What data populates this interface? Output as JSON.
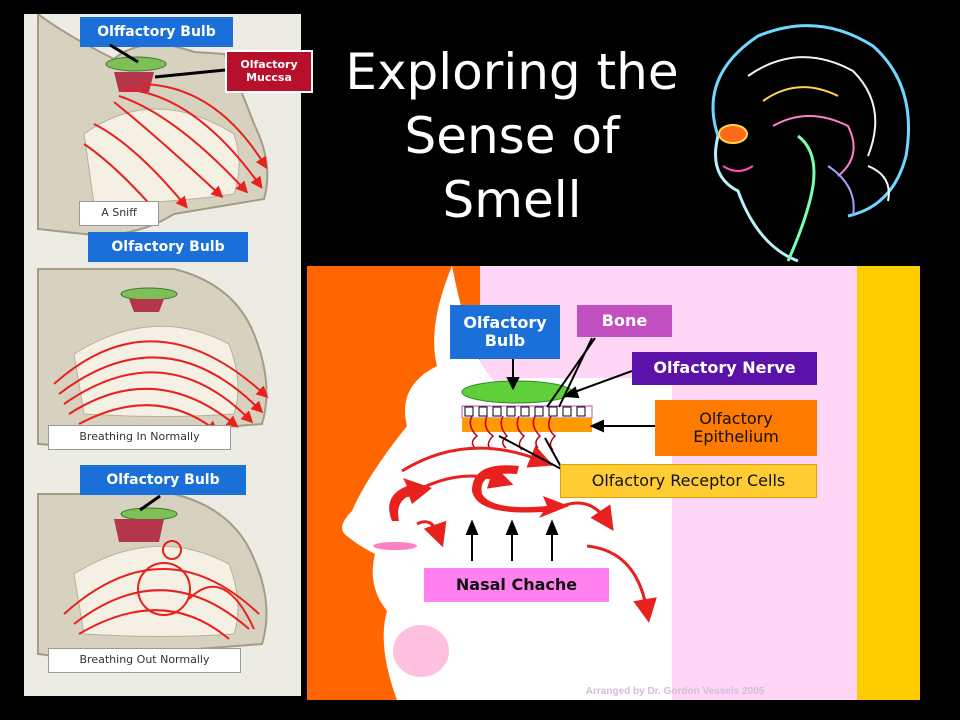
{
  "title": "Exploring the Sense of Smell",
  "left_panel": {
    "top": {
      "bulb_label": "Olffactory Bulb",
      "mucosa_label": "Olfactory Muccsa",
      "caption": "A Sniff"
    },
    "middle": {
      "bulb_label": "Olfactory Bulb",
      "caption": "Breathing In Normally"
    },
    "bottom": {
      "bulb_label": "Olfactory Bulb",
      "caption": "Breathing Out Normally"
    }
  },
  "right_panel": {
    "labels": {
      "olfactory_bulb": "Olfactory Bulb",
      "bone": "Bone",
      "olfactory_nerve": "Olfactory Nerve",
      "olfactory_epithelium": "Olfactory Epithelium",
      "olfactory_receptor_cells": "Olfactory Receptor Cells",
      "nasal_cache": "Nasal Chache"
    }
  },
  "credit": "Arranged by Dr. Gordon Vessels 2005",
  "colors": {
    "label_blue": "#1a6fd8",
    "bone_pink": "#c24fbf",
    "nerve_purple": "#5a12a8",
    "epithelium_orange": "#ff7a00",
    "receptor_yellow": "#ffcc33",
    "cache_pink": "#ff80ee",
    "panel_orange": "#ff6600",
    "panel_pink": "#ffd6f5",
    "panel_yellow": "#ffcc00",
    "arrow_red": "#e8201e"
  }
}
